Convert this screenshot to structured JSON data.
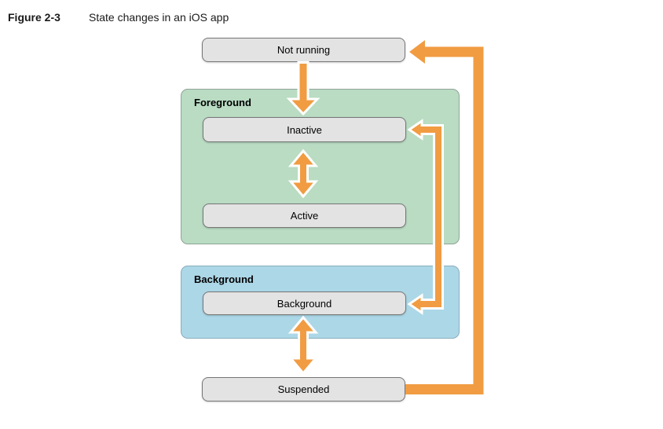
{
  "figure_label": "Figure 2-3",
  "figure_title": "State changes in an iOS app",
  "groups": {
    "foreground": {
      "label": "Foreground"
    },
    "background": {
      "label": "Background"
    }
  },
  "states": {
    "not_running": {
      "label": "Not running"
    },
    "inactive": {
      "label": "Inactive"
    },
    "active": {
      "label": "Active"
    },
    "background": {
      "label": "Background"
    },
    "suspended": {
      "label": "Suspended"
    }
  },
  "transitions": [
    {
      "from": "Not running",
      "to": "Inactive",
      "style": "single-arrow"
    },
    {
      "from": "Inactive",
      "to": "Active",
      "style": "double-arrow"
    },
    {
      "from": "Inactive",
      "to": "Background",
      "style": "double-arrow-right-side"
    },
    {
      "from": "Background",
      "to": "Suspended",
      "style": "double-arrow"
    },
    {
      "from": "Suspended",
      "to": "Not running",
      "style": "single-arrow-outer-loop"
    }
  ],
  "colors": {
    "arrow_orange": "#f19c42",
    "arrow_outline": "#ffffff",
    "foreground_fill": "#b9dcc3",
    "background_fill": "#acd7e7",
    "state_fill": "#e3e3e3",
    "state_border": "#767676",
    "page_background": "#ffffff"
  }
}
